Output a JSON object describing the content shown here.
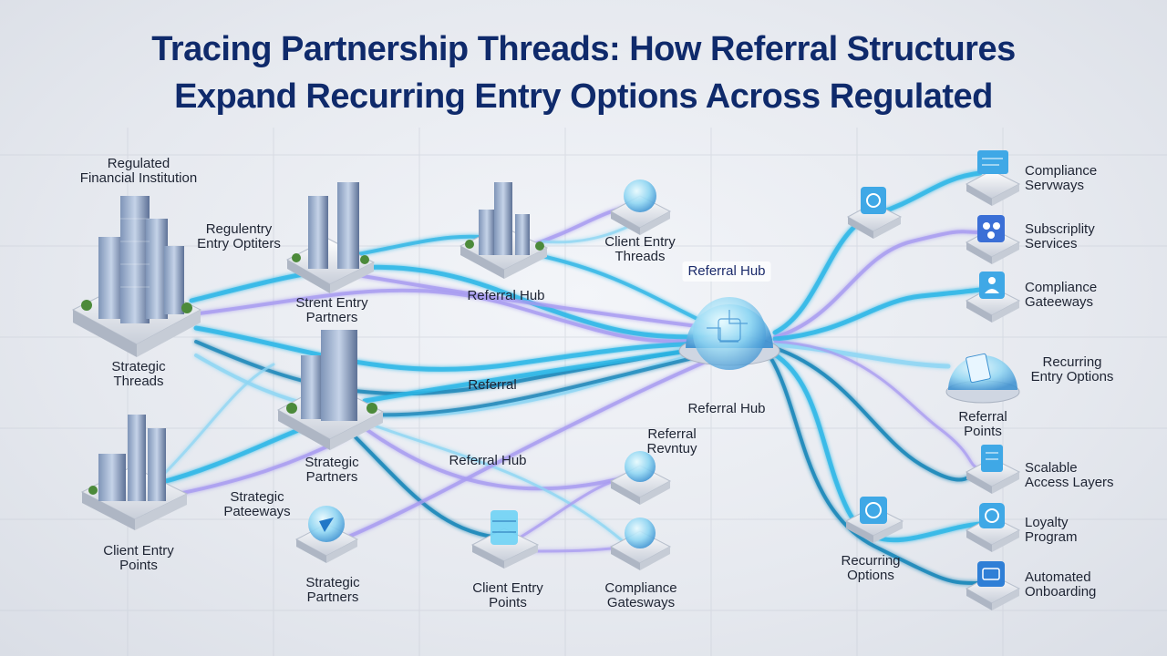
{
  "title": {
    "line1": "Tracing Partnership Threads: How Referral Structures",
    "line2": "Expand Recurring Entry Options Across Regulated"
  },
  "colors": {
    "title": "#0f2a6b",
    "thread_cyan": "#2fb7e6",
    "thread_violet": "#a89bf0",
    "thread_teal": "#1a86b8"
  },
  "labels": {
    "regulated_fi": "Regulated\nFinancial Institution",
    "regulentry": "Regulentry\nEntry Optiters",
    "strent": "Strent Entry\nPartners",
    "referral_hub_top": "Referral Hub",
    "client_threads": "Client Entry\nThreads",
    "referral_hub_tag": "Referral Hub",
    "strategic_threads": "Strategic\nThreads",
    "referral_mid": "Referral",
    "referral_hub_center": "Referral Hub",
    "referral_revntuy": "Referral\nRevntuy",
    "strategic_partners_mid": "Strategic\nPartners",
    "referral_hub_low": "Referral Hub",
    "strategic_pateeways": "Strategic\nPateeways",
    "client_entry_left": "Client Entry\nPoints",
    "strategic_partners_low": "Strategic\nPartners",
    "client_entry_low": "Client Entry\nPoints",
    "compliance_gatesways": "Compliance\nGatesways",
    "recurring_options": "Recurring\nOptions",
    "referral_points": "Referral\nPoints"
  },
  "right_items": [
    {
      "label": "Compliance\nServways",
      "icon": "monitor-icon"
    },
    {
      "label": "Subscriplity\nServices",
      "icon": "people-icon"
    },
    {
      "label": "Compliance\nGateeways",
      "icon": "user-shield-icon"
    },
    {
      "label": "Recurring\nEntry Options",
      "icon": "dome-icon"
    },
    {
      "label": "Scalable\nAccess Layers",
      "icon": "document-icon"
    },
    {
      "label": "Loyalty\nProgram",
      "icon": "loyalty-icon"
    },
    {
      "label": "Automated\nOnboarding",
      "icon": "onboarding-icon"
    }
  ]
}
